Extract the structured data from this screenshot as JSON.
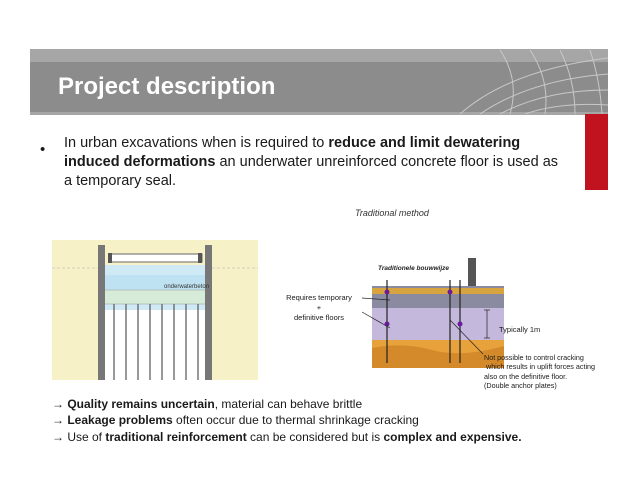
{
  "header": {
    "title": "Project description"
  },
  "bullet": {
    "marker": "•",
    "part1": "In urban excavations when is required to ",
    "bold1": "reduce and limit dewatering induced deformations",
    "part2": " an underwater unreinforced concrete floor is used as a temporary seal."
  },
  "figure": {
    "caption": "Traditional method",
    "left_label": "onderwaterbeton",
    "right_title": "Traditionele bouwwijze",
    "requires_label_1": "Requires temporary",
    "requires_label_plus": "+",
    "requires_label_2": "definitive floors",
    "typically_label": "Typically 1m",
    "note_line1": "Not possible to control cracking",
    "note_line2": " which results in uplift forces acting",
    "note_line3": "also on the definitive floor.",
    "note_line4": "(Double anchor plates)"
  },
  "points": [
    {
      "arrow": "→",
      "bold": "Quality remains uncertain",
      "text": ", material can behave brittle"
    },
    {
      "arrow": "→",
      "bold": "Leakage problems",
      "text": " often occur due to thermal shrinkage cracking"
    },
    {
      "arrow": "→",
      "pre": " Use of ",
      "bold": "traditional reinforcement",
      "mid": " can be considered but is ",
      "bold2": "complex and expensive."
    }
  ],
  "colors": {
    "title_bar": "#8c8c8c",
    "accent_red": "#c1121f",
    "water": "#cfe9f5",
    "sand": "#f7f1c8"
  }
}
